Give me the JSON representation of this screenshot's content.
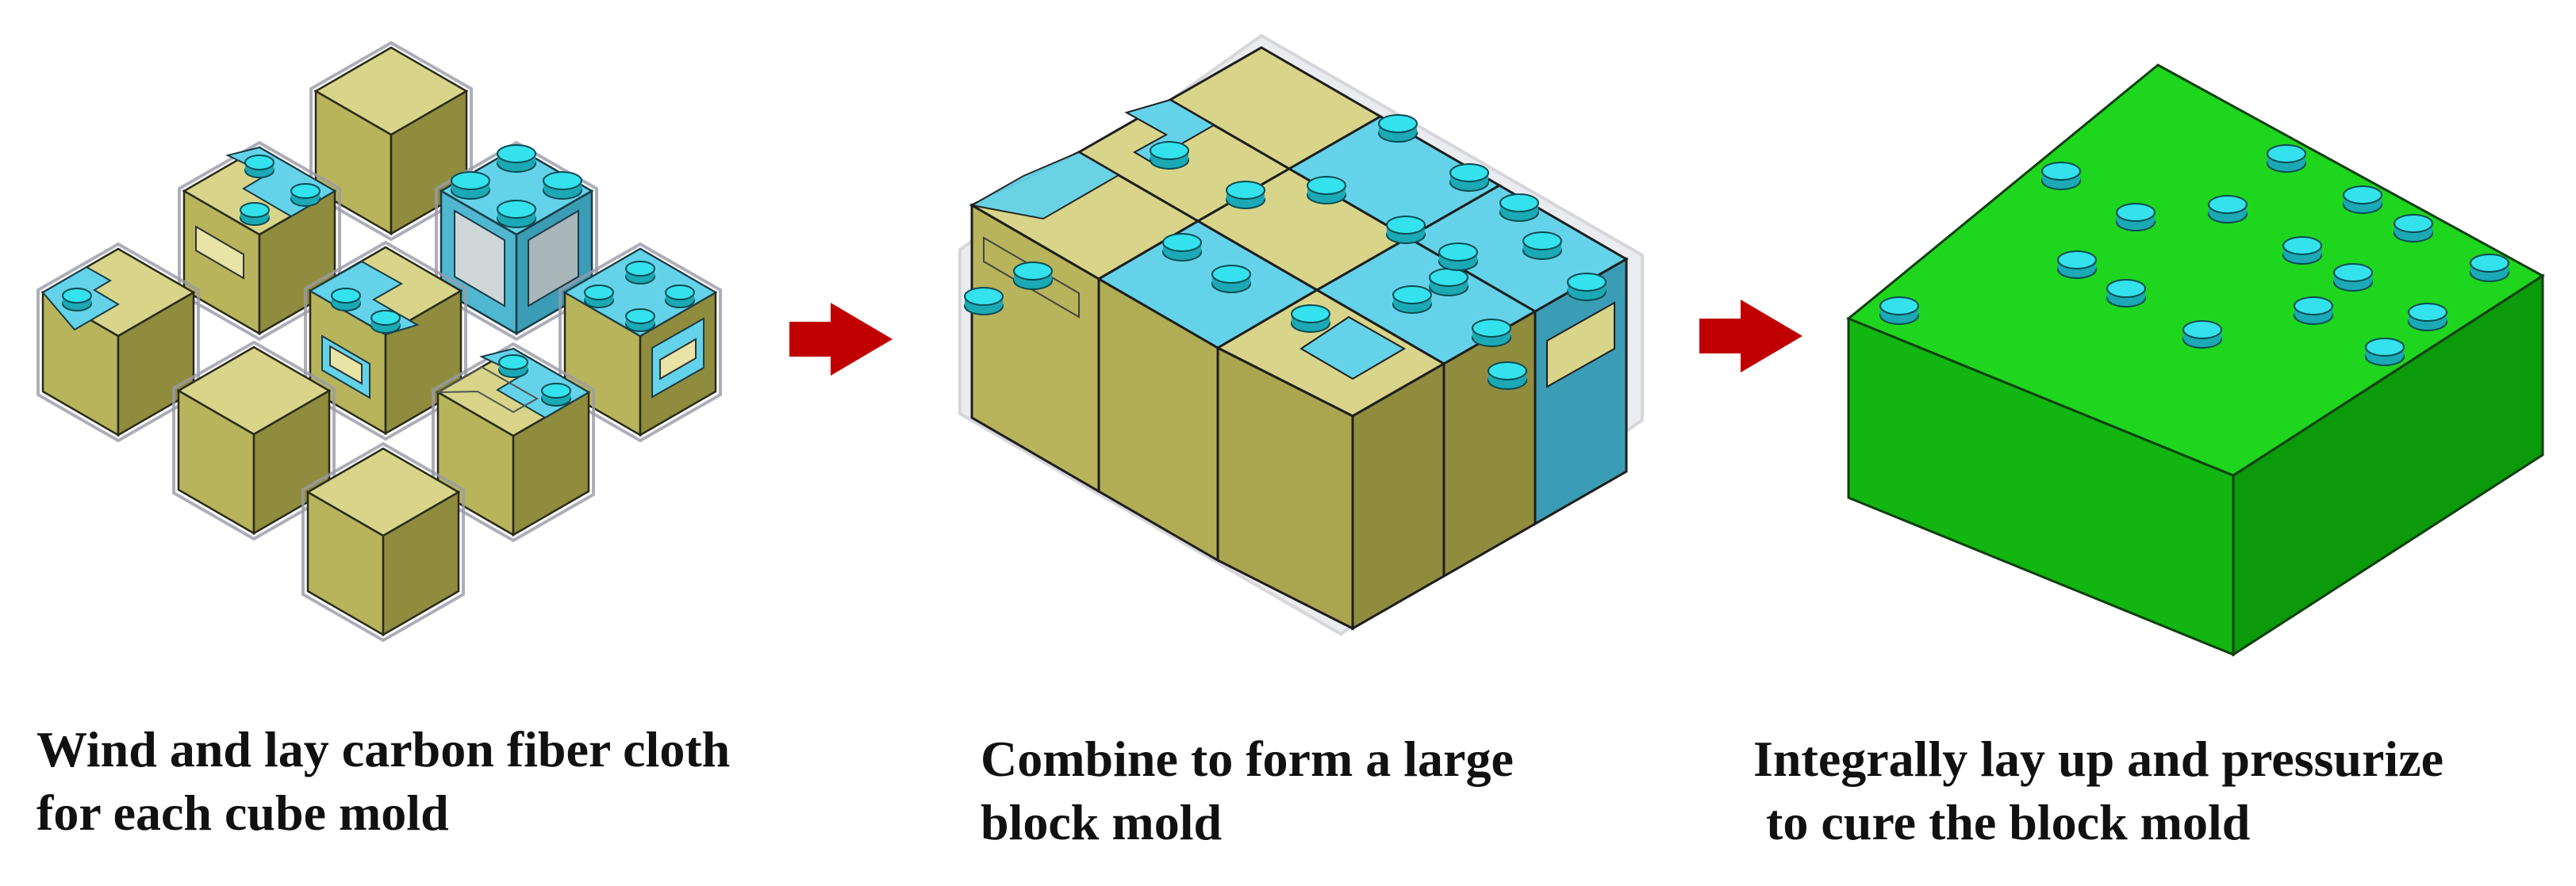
{
  "steps": [
    {
      "caption_line1": "Wind and lay carbon fiber cloth",
      "caption_line2": "for each cube mold"
    },
    {
      "caption_line1": "Combine to form a large",
      "caption_line2": "block mold"
    },
    {
      "caption_line1": "Integrally lay up and pressurize",
      "caption_line2": " to cure the block mold"
    }
  ],
  "colors": {
    "cube_top": "#d8d58a",
    "cube_left": "#b7b45c",
    "cube_right": "#8f8c3e",
    "cloth_top": "#64d3ea",
    "cloth_left": "#4fb7cf",
    "cloth_right": "#3a9db5",
    "pin": "#27d6e0",
    "arrow": "#c00000",
    "block_top": "#1ed61e",
    "block_left": "#11b611",
    "block_right": "#0a9a0a"
  },
  "icons": [
    "right-arrow-icon",
    "right-arrow-icon"
  ]
}
